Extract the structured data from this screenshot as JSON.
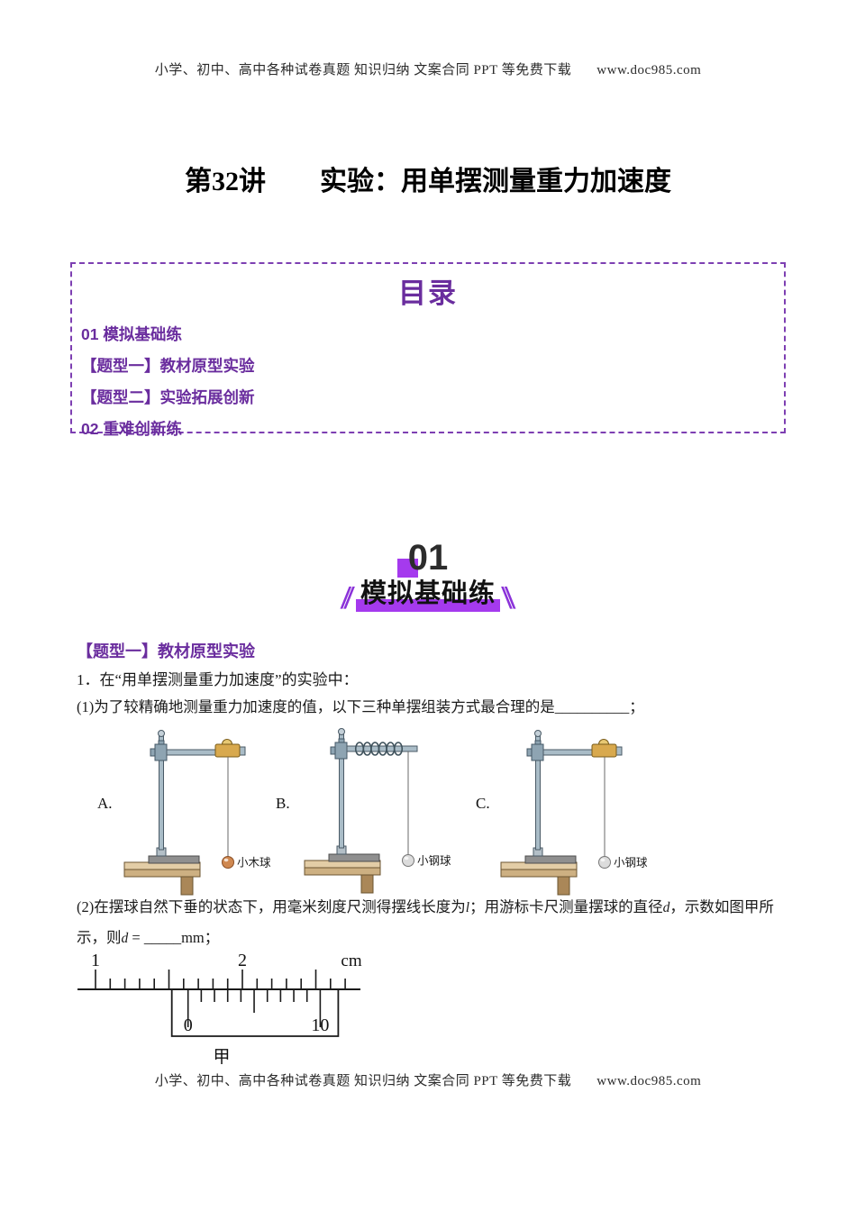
{
  "page": {
    "header": "小学、初中、高中各种试卷真题  知识归纳  文案合同  PPT 等免费下载",
    "header_url": "www.doc985.com",
    "footer": "小学、初中、高中各种试卷真题  知识归纳  文案合同  PPT 等免费下载",
    "footer_url": "www.doc985.com"
  },
  "title": "第32讲　　实验：用单摆测量重力加速度",
  "toc": {
    "title": "目录",
    "items": [
      "01 模拟基础练",
      "【题型一】教材原型实验",
      "【题型二】实验拓展创新",
      "02 重难创新练"
    ]
  },
  "section": {
    "number": "01",
    "name": "模拟基础练",
    "slash_left": "∥",
    "slash_right": "∥"
  },
  "type_heading": "【题型一】教材原型实验",
  "question1": {
    "stem": "1．在“用单摆测量重力加速度”的实验中：",
    "part1": "(1)为了较精确地测量重力加速度的值，以下三种单摆组装方式最合理的是__________；",
    "part2": {
      "a": "(2)在摆球自然下垂的状态下，用毫米刻度尺测得摆线长度为",
      "var1": "l",
      "b": "；用游标卡尺测量摆球的直径",
      "var2": "d",
      "c": "，示数如图甲所示，则",
      "var3": "d",
      "d": " = ",
      "blank": "_____",
      "e": "mm；"
    }
  },
  "figures": {
    "pendulums": [
      {
        "letter": "A.",
        "attachment": "clamp",
        "ball_color": "#cf8850",
        "ball_stroke": "#8a4f26",
        "ball_label": "小木球"
      },
      {
        "letter": "B.",
        "attachment": "coils",
        "ball_color": "#dcdcdc",
        "ball_stroke": "#767676",
        "ball_label": "小钢球"
      },
      {
        "letter": "C.",
        "attachment": "clamp",
        "ball_color": "#dcdcdc",
        "ball_stroke": "#767676",
        "ball_label": "小钢球"
      }
    ],
    "caliper": {
      "unit": "cm",
      "main_start_mm": 10,
      "main_end_mm": 27,
      "main_labels": [
        {
          "mm": 10,
          "text": "1"
        },
        {
          "mm": 20,
          "text": "2"
        }
      ],
      "vernier_zero_mm": 16.3,
      "vernier_divisions": 10,
      "vernier_division_mm": 0.9,
      "vernier_labels": [
        {
          "div": 0,
          "text": "0"
        },
        {
          "div": 10,
          "text": "10"
        }
      ],
      "caption": "甲"
    }
  },
  "colors": {
    "purple": "#6a2d9e",
    "highlight": "#a53aee"
  }
}
